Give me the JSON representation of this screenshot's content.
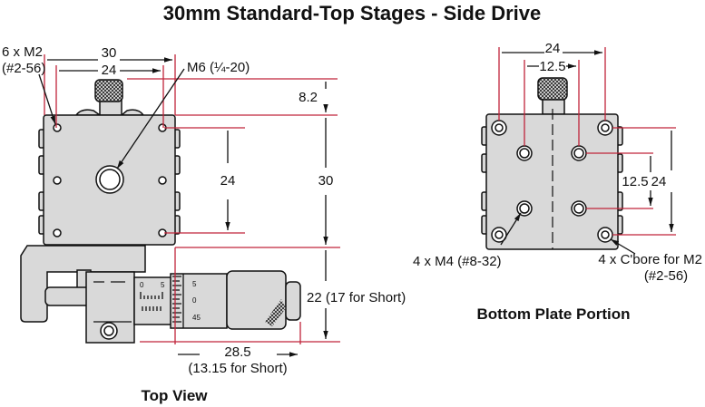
{
  "title": "30mm Standard-Top Stages - Side Drive",
  "top_view": {
    "caption": "Top View",
    "labels": {
      "holes_count": "6 x M2",
      "holes_imperial": "(#2-56)",
      "center_hole": "M6 (¼-20)",
      "width_outer": "30",
      "width_inner": "24",
      "knob_height": "8.2",
      "hole_spacing": "24",
      "height": "30",
      "micrometer_width": "22 (17 for Short)",
      "micrometer_length": "28.5",
      "micrometer_length_short": "(13.15 for Short)"
    },
    "micrometer_scale": {
      "sleeve_0": "0",
      "sleeve_5": "5",
      "thimble_5": "5",
      "thimble_0": "0",
      "thimble_45": "45"
    }
  },
  "bottom_view": {
    "caption": "Bottom Plate Portion",
    "labels": {
      "width_outer": "24",
      "width_inner": "12.5",
      "height_inner": "12.5",
      "height_outer": "24",
      "tapped_holes": "4 x M4 (#8-32)",
      "cbore_holes": "4 x C'bore for M2",
      "cbore_imperial": "(#2-56)"
    }
  },
  "colors": {
    "dimension": "#c0243a",
    "part_fill": "#d9d9d9"
  }
}
